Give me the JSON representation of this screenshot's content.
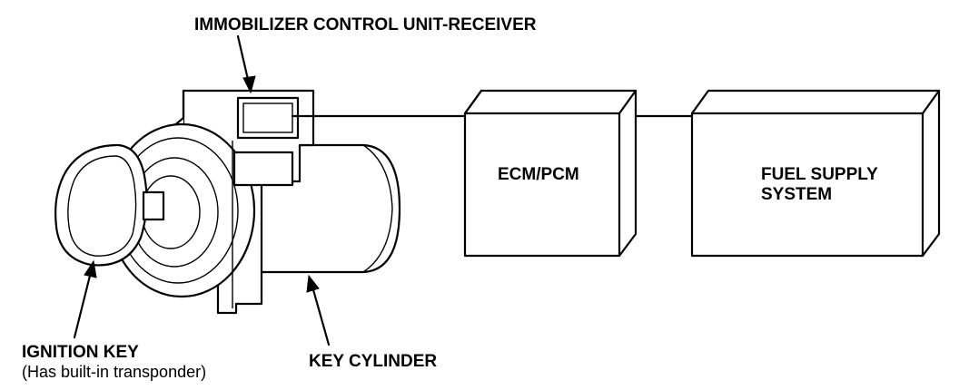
{
  "labels": {
    "immobilizer": "IMMOBILIZER CONTROL UNIT-RECEIVER",
    "ecm": "ECM/PCM",
    "fuel_line1": "FUEL SUPPLY",
    "fuel_line2": "SYSTEM",
    "ignition_key": "IGNITION KEY",
    "ignition_key_note": "(Has built-in transponder)",
    "key_cylinder": "KEY CYLINDER"
  },
  "colors": {
    "line": "#000000",
    "background": "#ffffff"
  }
}
